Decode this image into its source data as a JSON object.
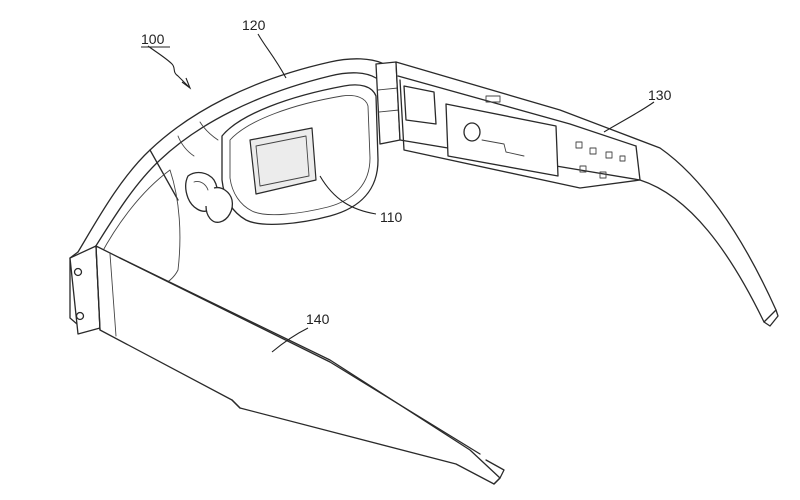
{
  "diagram": {
    "labels": {
      "device": "100",
      "frame": "120",
      "lens_display": "110",
      "temple_right": "130",
      "temple_left": "140"
    }
  }
}
